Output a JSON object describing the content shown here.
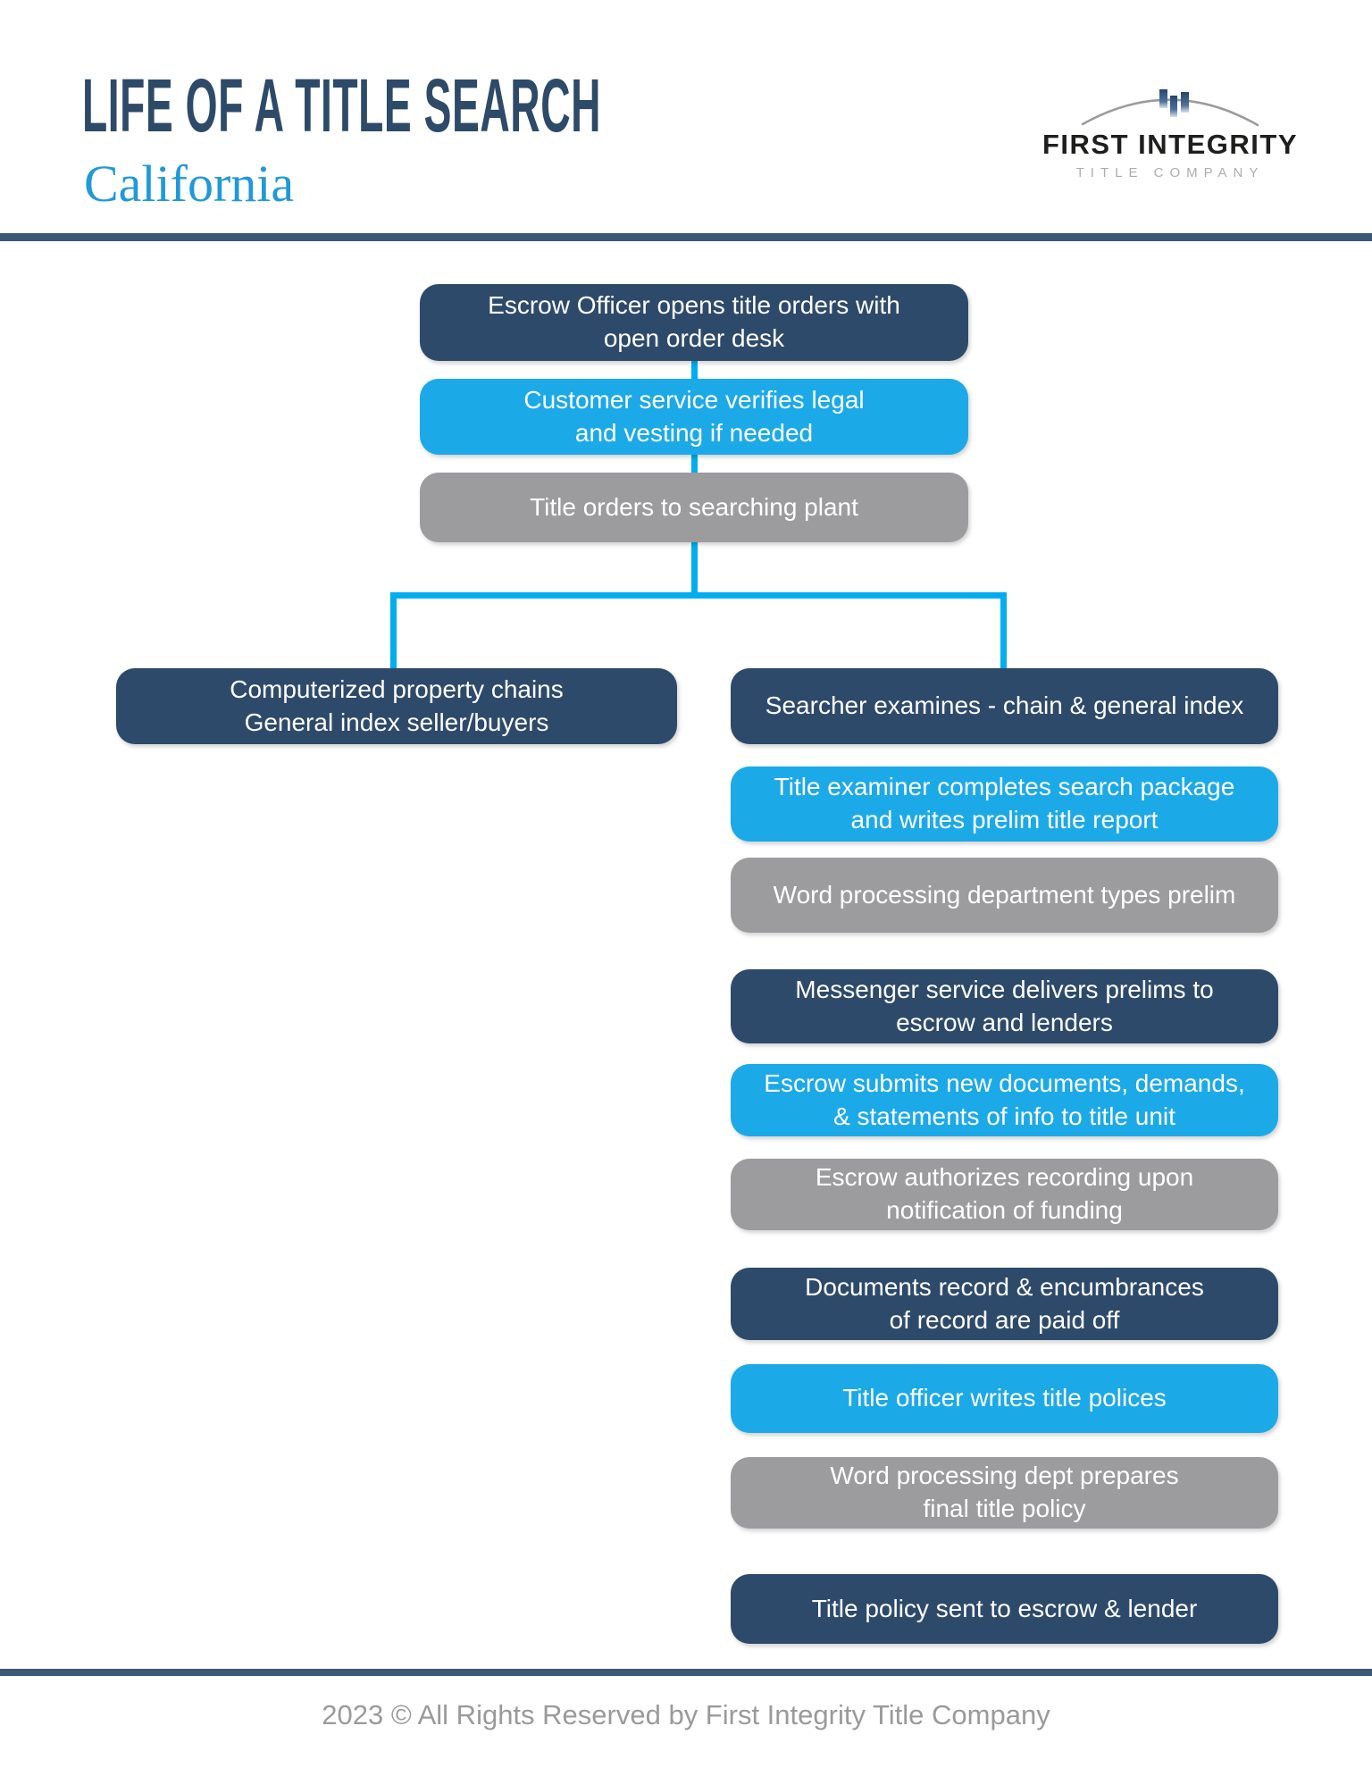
{
  "header": {
    "title": "LIFE OF A TITLE SEARCH",
    "subtitle": "California",
    "logo": {
      "name": "FIRST INTEGRITY",
      "tagline": "TITLE COMPANY"
    }
  },
  "colors": {
    "title": "#2d4a68",
    "subtitle": "#2099d8",
    "navy": "#2e4a6b",
    "cyan": "#1ca9e8",
    "gray": "#9c9c9e",
    "connector": "#00adee",
    "divider": "#3b5877"
  },
  "flow": {
    "top": [
      {
        "text": "Escrow Officer opens title orders with\nopen order desk",
        "variant": "navy"
      },
      {
        "text": "Customer service verifies legal\nand vesting if needed",
        "variant": "cyan"
      },
      {
        "text": "Title orders to searching plant",
        "variant": "gray"
      }
    ],
    "left_branch": [
      {
        "text": "Computerized property chains\nGeneral index seller/buyers",
        "variant": "navy"
      }
    ],
    "right_branch": [
      {
        "text": "Searcher examines - chain & general index",
        "variant": "navy"
      },
      {
        "text": "Title examiner completes search package\nand writes prelim title report",
        "variant": "cyan"
      },
      {
        "text": "Word processing department types prelim",
        "variant": "gray"
      },
      {
        "text": "Messenger service delivers prelims to\nescrow and lenders",
        "variant": "navy"
      },
      {
        "text": "Escrow submits new documents, demands,\n& statements of info to title unit",
        "variant": "cyan"
      },
      {
        "text": "Escrow authorizes recording upon\nnotification of funding",
        "variant": "gray"
      },
      {
        "text": "Documents record & encumbrances\nof record are paid off",
        "variant": "navy"
      },
      {
        "text": "Title officer writes title polices",
        "variant": "cyan"
      },
      {
        "text": "Word processing dept prepares\nfinal title policy",
        "variant": "gray"
      },
      {
        "text": "Title policy sent to escrow & lender",
        "variant": "navy"
      }
    ]
  },
  "footer": {
    "copyright": "2023 © All Rights Reserved by First Integrity Title Company"
  }
}
